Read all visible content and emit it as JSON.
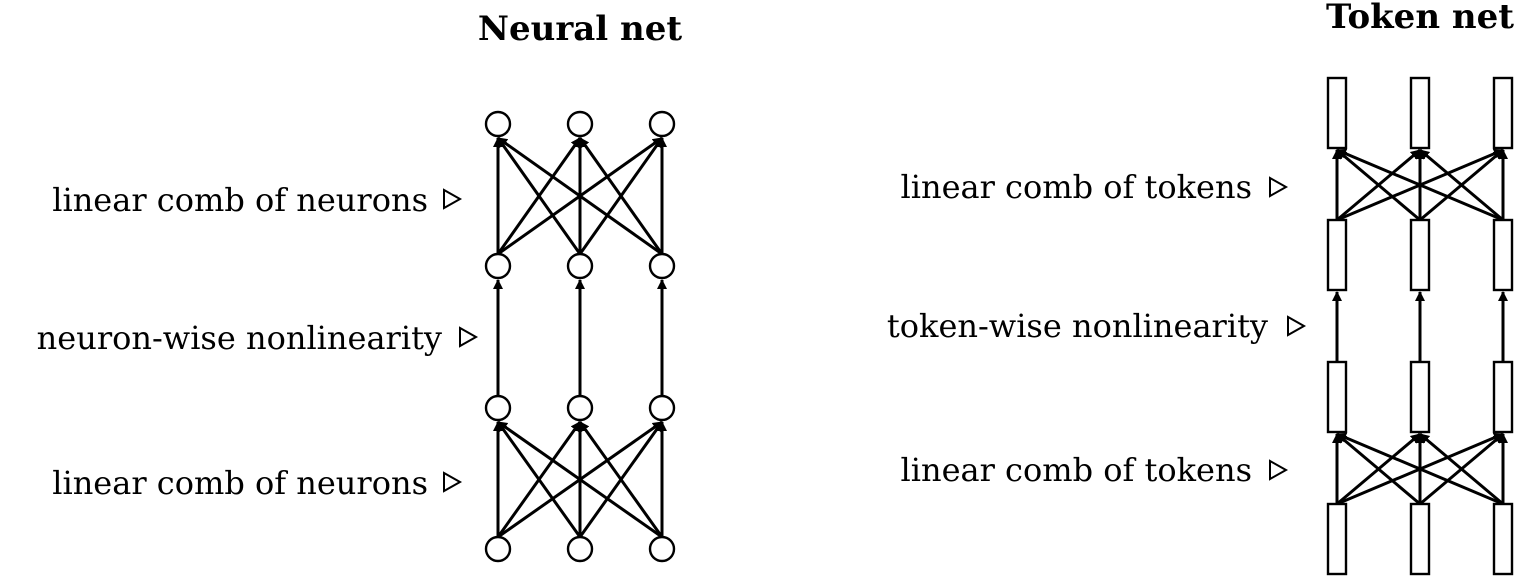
{
  "neural_net": {
    "title": "Neural net",
    "labels": {
      "top_linear": "linear comb of neurons",
      "nonlinearity": "neuron-wise nonlinearity",
      "bottom_linear": "linear comb of neurons"
    }
  },
  "token_net": {
    "title": "Token net",
    "labels": {
      "top_linear": "linear comb of tokens",
      "nonlinearity": "token-wise nonlinearity",
      "bottom_linear": "linear comb of tokens"
    }
  },
  "colors": {
    "stroke": "#000000",
    "background": "#ffffff"
  }
}
